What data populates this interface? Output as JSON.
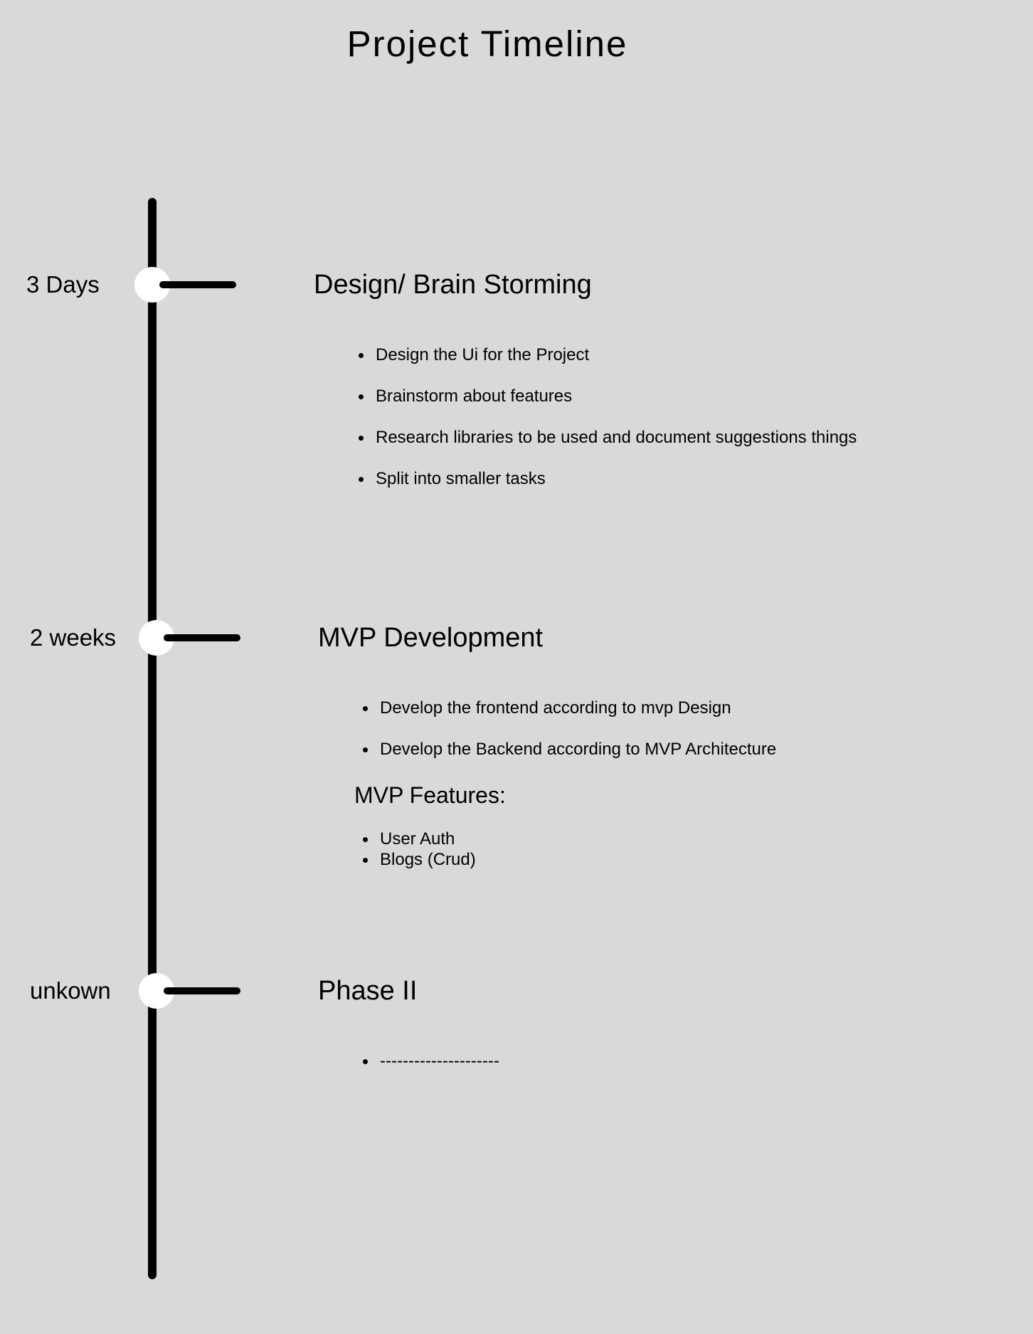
{
  "title": "Project Timeline",
  "phases": [
    {
      "duration": "3 Days",
      "title": "Design/ Brain Storming",
      "tasks": [
        "Design the Ui for the Project",
        "Brainstorm about features",
        "Research libraries to be used and document suggestions things",
        "Split into smaller tasks"
      ]
    },
    {
      "duration": "2 weeks",
      "title": "MVP Development",
      "tasks": [
        "Develop the frontend according to mvp Design",
        "Develop the Backend according to MVP Architecture"
      ],
      "features_heading": "MVP Features:",
      "features": [
        "User Auth",
        "Blogs (Crud)"
      ]
    },
    {
      "duration": "unkown",
      "title": "Phase II",
      "tasks": [
        "---------------------"
      ]
    }
  ]
}
